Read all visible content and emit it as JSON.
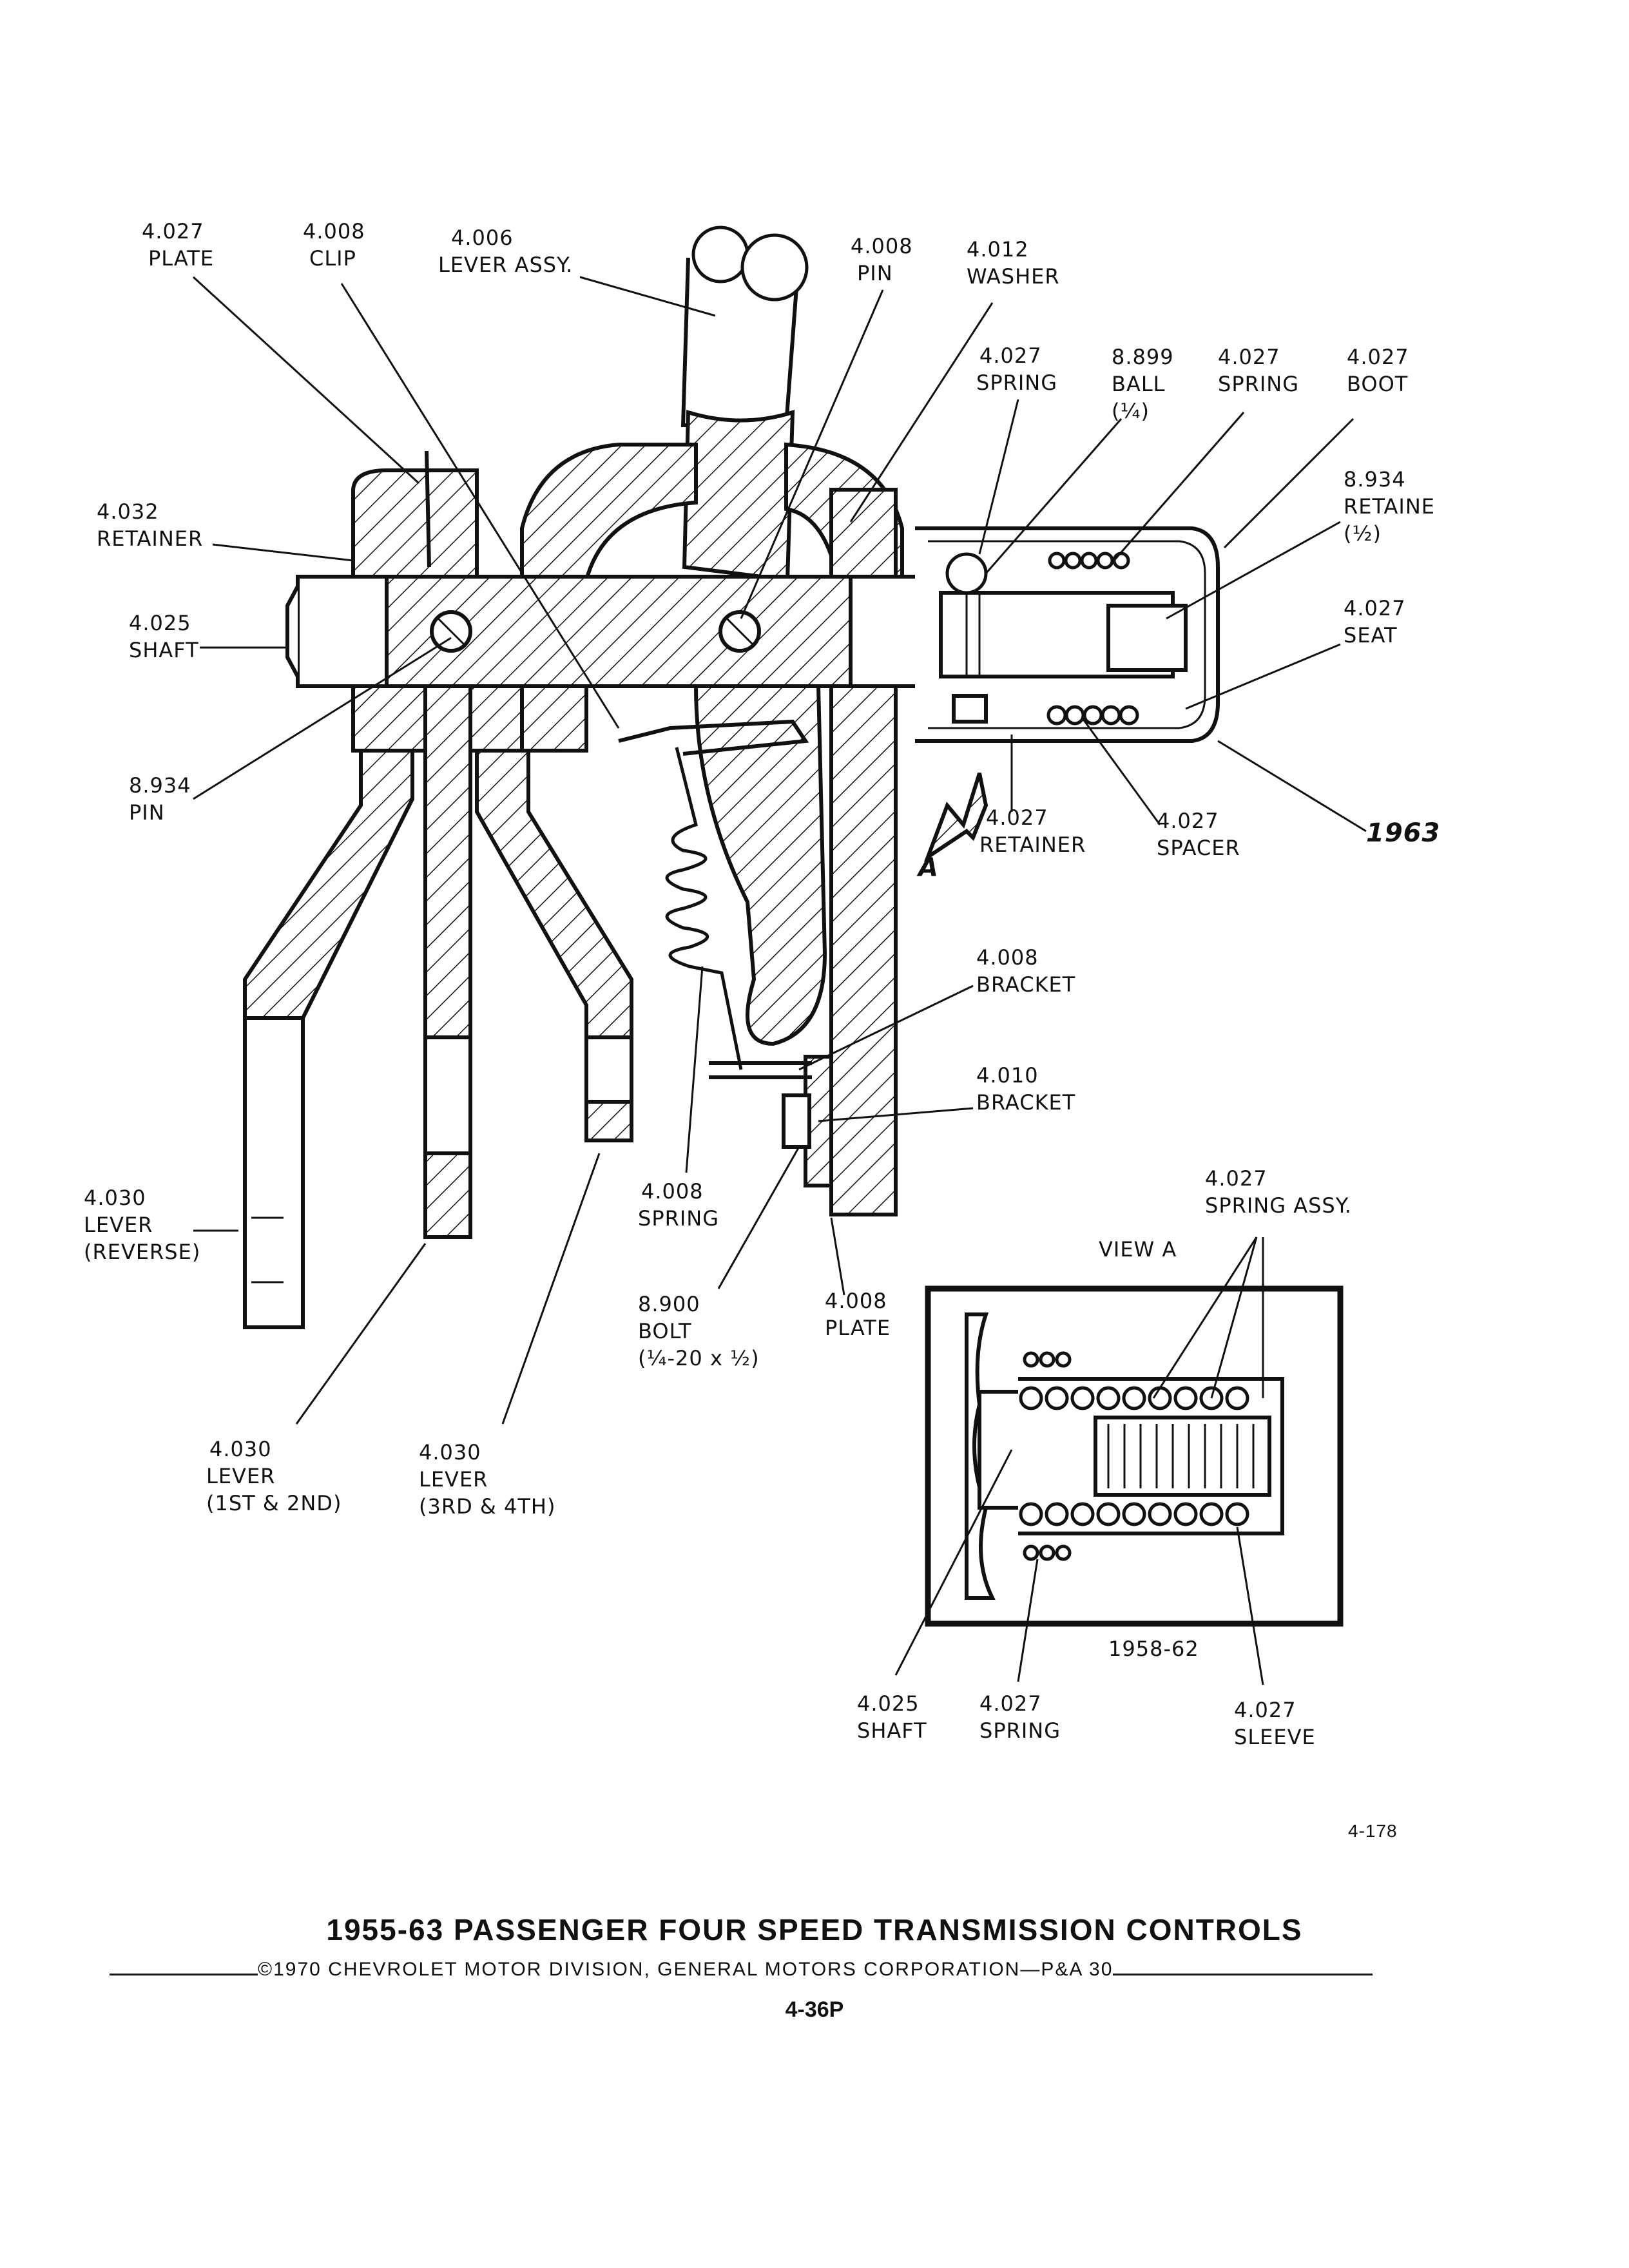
{
  "title": "1955-63 PASSENGER FOUR SPEED TRANSMISSION CONTROLS",
  "copyright": "©1970 CHEVROLET MOTOR DIVISION, GENERAL MOTORS CORPORATION—P&A 30",
  "page_number": "4-36P",
  "figure_number": "4-178",
  "year_label": "1963",
  "view_arrow_label": "A",
  "inset": {
    "title": "VIEW A",
    "years": "1958-62"
  },
  "callouts": {
    "plate_top": {
      "num": "4.027",
      "name": "PLATE"
    },
    "clip": {
      "num": "4.008",
      "name": "CLIP"
    },
    "lever_assy": {
      "num": "4.006",
      "name": "LEVER ASSY."
    },
    "pin_top": {
      "num": "4.008",
      "name": "PIN"
    },
    "washer": {
      "num": "4.012",
      "name": "WASHER"
    },
    "spring_upper": {
      "num": "4.027",
      "name": "SPRING"
    },
    "ball": {
      "num": "8.899",
      "name": "BALL",
      "size": "(¼)"
    },
    "spring_right": {
      "num": "4.027",
      "name": "SPRING"
    },
    "boot": {
      "num": "4.027",
      "name": "BOOT"
    },
    "retainer_left": {
      "num": "4.032",
      "name": "RETAINER"
    },
    "retainer_right": {
      "num": "8.934",
      "name": "RETAINE",
      "size": "(½)"
    },
    "shaft": {
      "num": "4.025",
      "name": "SHAFT"
    },
    "seat": {
      "num": "4.027",
      "name": "SEAT"
    },
    "pin_left": {
      "num": "8.934",
      "name": "PIN"
    },
    "retainer_mid": {
      "num": "4.027",
      "name": "RETAINER"
    },
    "spacer": {
      "num": "4.027",
      "name": "SPACER"
    },
    "bracket_upper": {
      "num": "4.008",
      "name": "BRACKET"
    },
    "bracket_lower": {
      "num": "4.010",
      "name": "BRACKET"
    },
    "spring_lower": {
      "num": "4.008",
      "name": "SPRING"
    },
    "lever_reverse": {
      "num": "4.030",
      "name": "LEVER",
      "detail": "(REVERSE)"
    },
    "bolt": {
      "num": "8.900",
      "name": "BOLT",
      "size": "(¼-20 x ½)"
    },
    "plate_lower": {
      "num": "4.008",
      "name": "PLATE"
    },
    "spring_assy": {
      "num": "4.027",
      "name": "SPRING ASSY."
    },
    "lever_12": {
      "num": "4.030",
      "name": "LEVER",
      "detail": "(1ST & 2ND)"
    },
    "lever_34": {
      "num": "4.030",
      "name": "LEVER",
      "detail": "(3RD & 4TH)"
    },
    "shaft_inset": {
      "num": "4.025",
      "name": "SHAFT"
    },
    "spring_inset": {
      "num": "4.027",
      "name": "SPRING"
    },
    "sleeve": {
      "num": "4.027",
      "name": "SLEEVE"
    }
  }
}
